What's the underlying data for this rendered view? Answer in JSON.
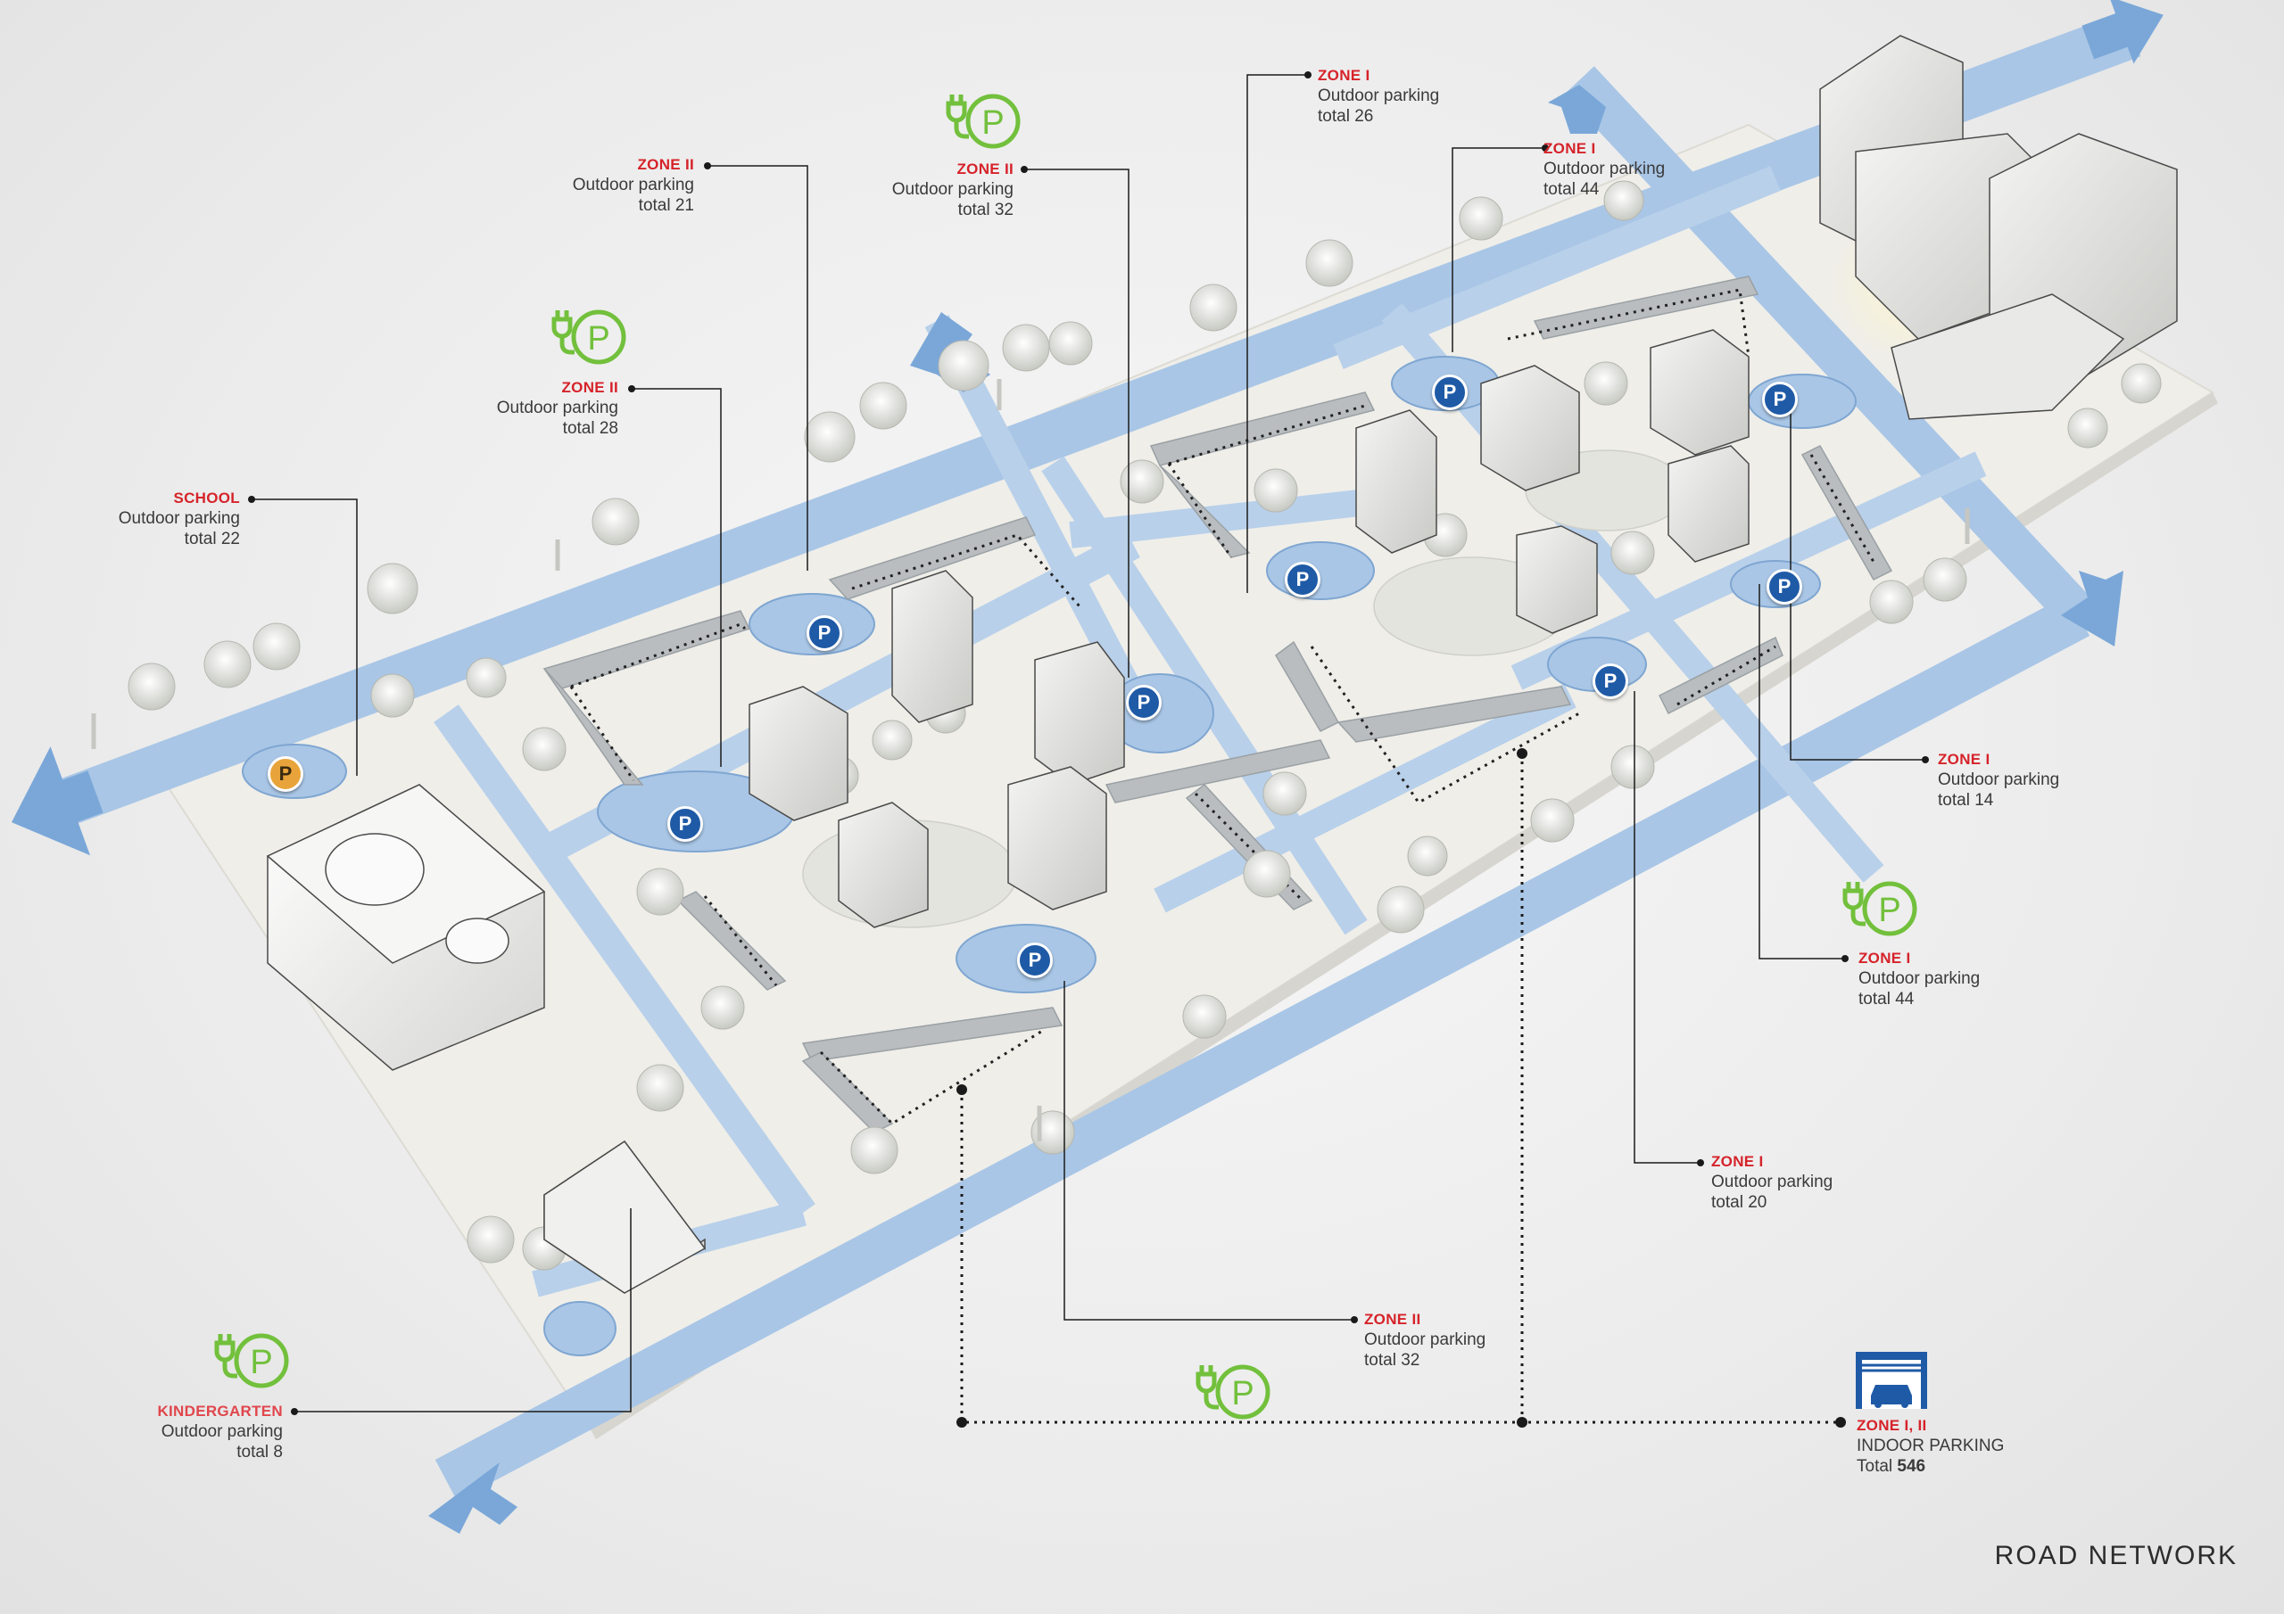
{
  "title": "ROAD NETWORK",
  "colors": {
    "road": "#a9c6e6",
    "road_edge": "#7fa6d1",
    "arrow": "#7aa7d8",
    "zone_label": "#d6232a",
    "pin": "#1f5aa6",
    "ev": "#72c03c",
    "school_pin": "#e8a43a",
    "ground": "#efeee9"
  },
  "labels": [
    {
      "id": "school",
      "heading": "SCHOOL",
      "line1": "Outdoor parking",
      "line2": "total 22"
    },
    {
      "id": "zone2-a",
      "heading": "ZONE II",
      "line1": "Outdoor parking",
      "line2": "total 21"
    },
    {
      "id": "zone2-b",
      "heading": "ZONE II",
      "line1": "Outdoor parking",
      "line2": "total 32"
    },
    {
      "id": "zone2-c",
      "heading": "ZONE II",
      "line1": "Outdoor parking",
      "line2": "total 28"
    },
    {
      "id": "zone1-a",
      "heading": "ZONE I",
      "line1": "Outdoor parking",
      "line2": "total 26"
    },
    {
      "id": "zone1-b",
      "heading": "ZONE I",
      "line1": "Outdoor parking",
      "line2": "total 44"
    },
    {
      "id": "zone1-c",
      "heading": "ZONE I",
      "line1": "Outdoor parking",
      "line2": "total 14"
    },
    {
      "id": "zone1-d",
      "heading": "ZONE I",
      "line1": "Outdoor parking",
      "line2": "total 44"
    },
    {
      "id": "zone1-e",
      "heading": "ZONE I",
      "line1": "Outdoor parking",
      "line2": "total 20"
    },
    {
      "id": "zone2-d",
      "heading": "ZONE II",
      "line1": "Outdoor parking",
      "line2": "total 32"
    },
    {
      "id": "kinder",
      "heading": "KINDERGARTEN",
      "line1": "Outdoor parking",
      "line2": "total 8"
    }
  ],
  "indoor": {
    "heading": "ZONE I, II",
    "line1": "INDOOR PARKING",
    "line2_prefix": "Total",
    "line2_value": "546"
  },
  "pin_letter": "P"
}
